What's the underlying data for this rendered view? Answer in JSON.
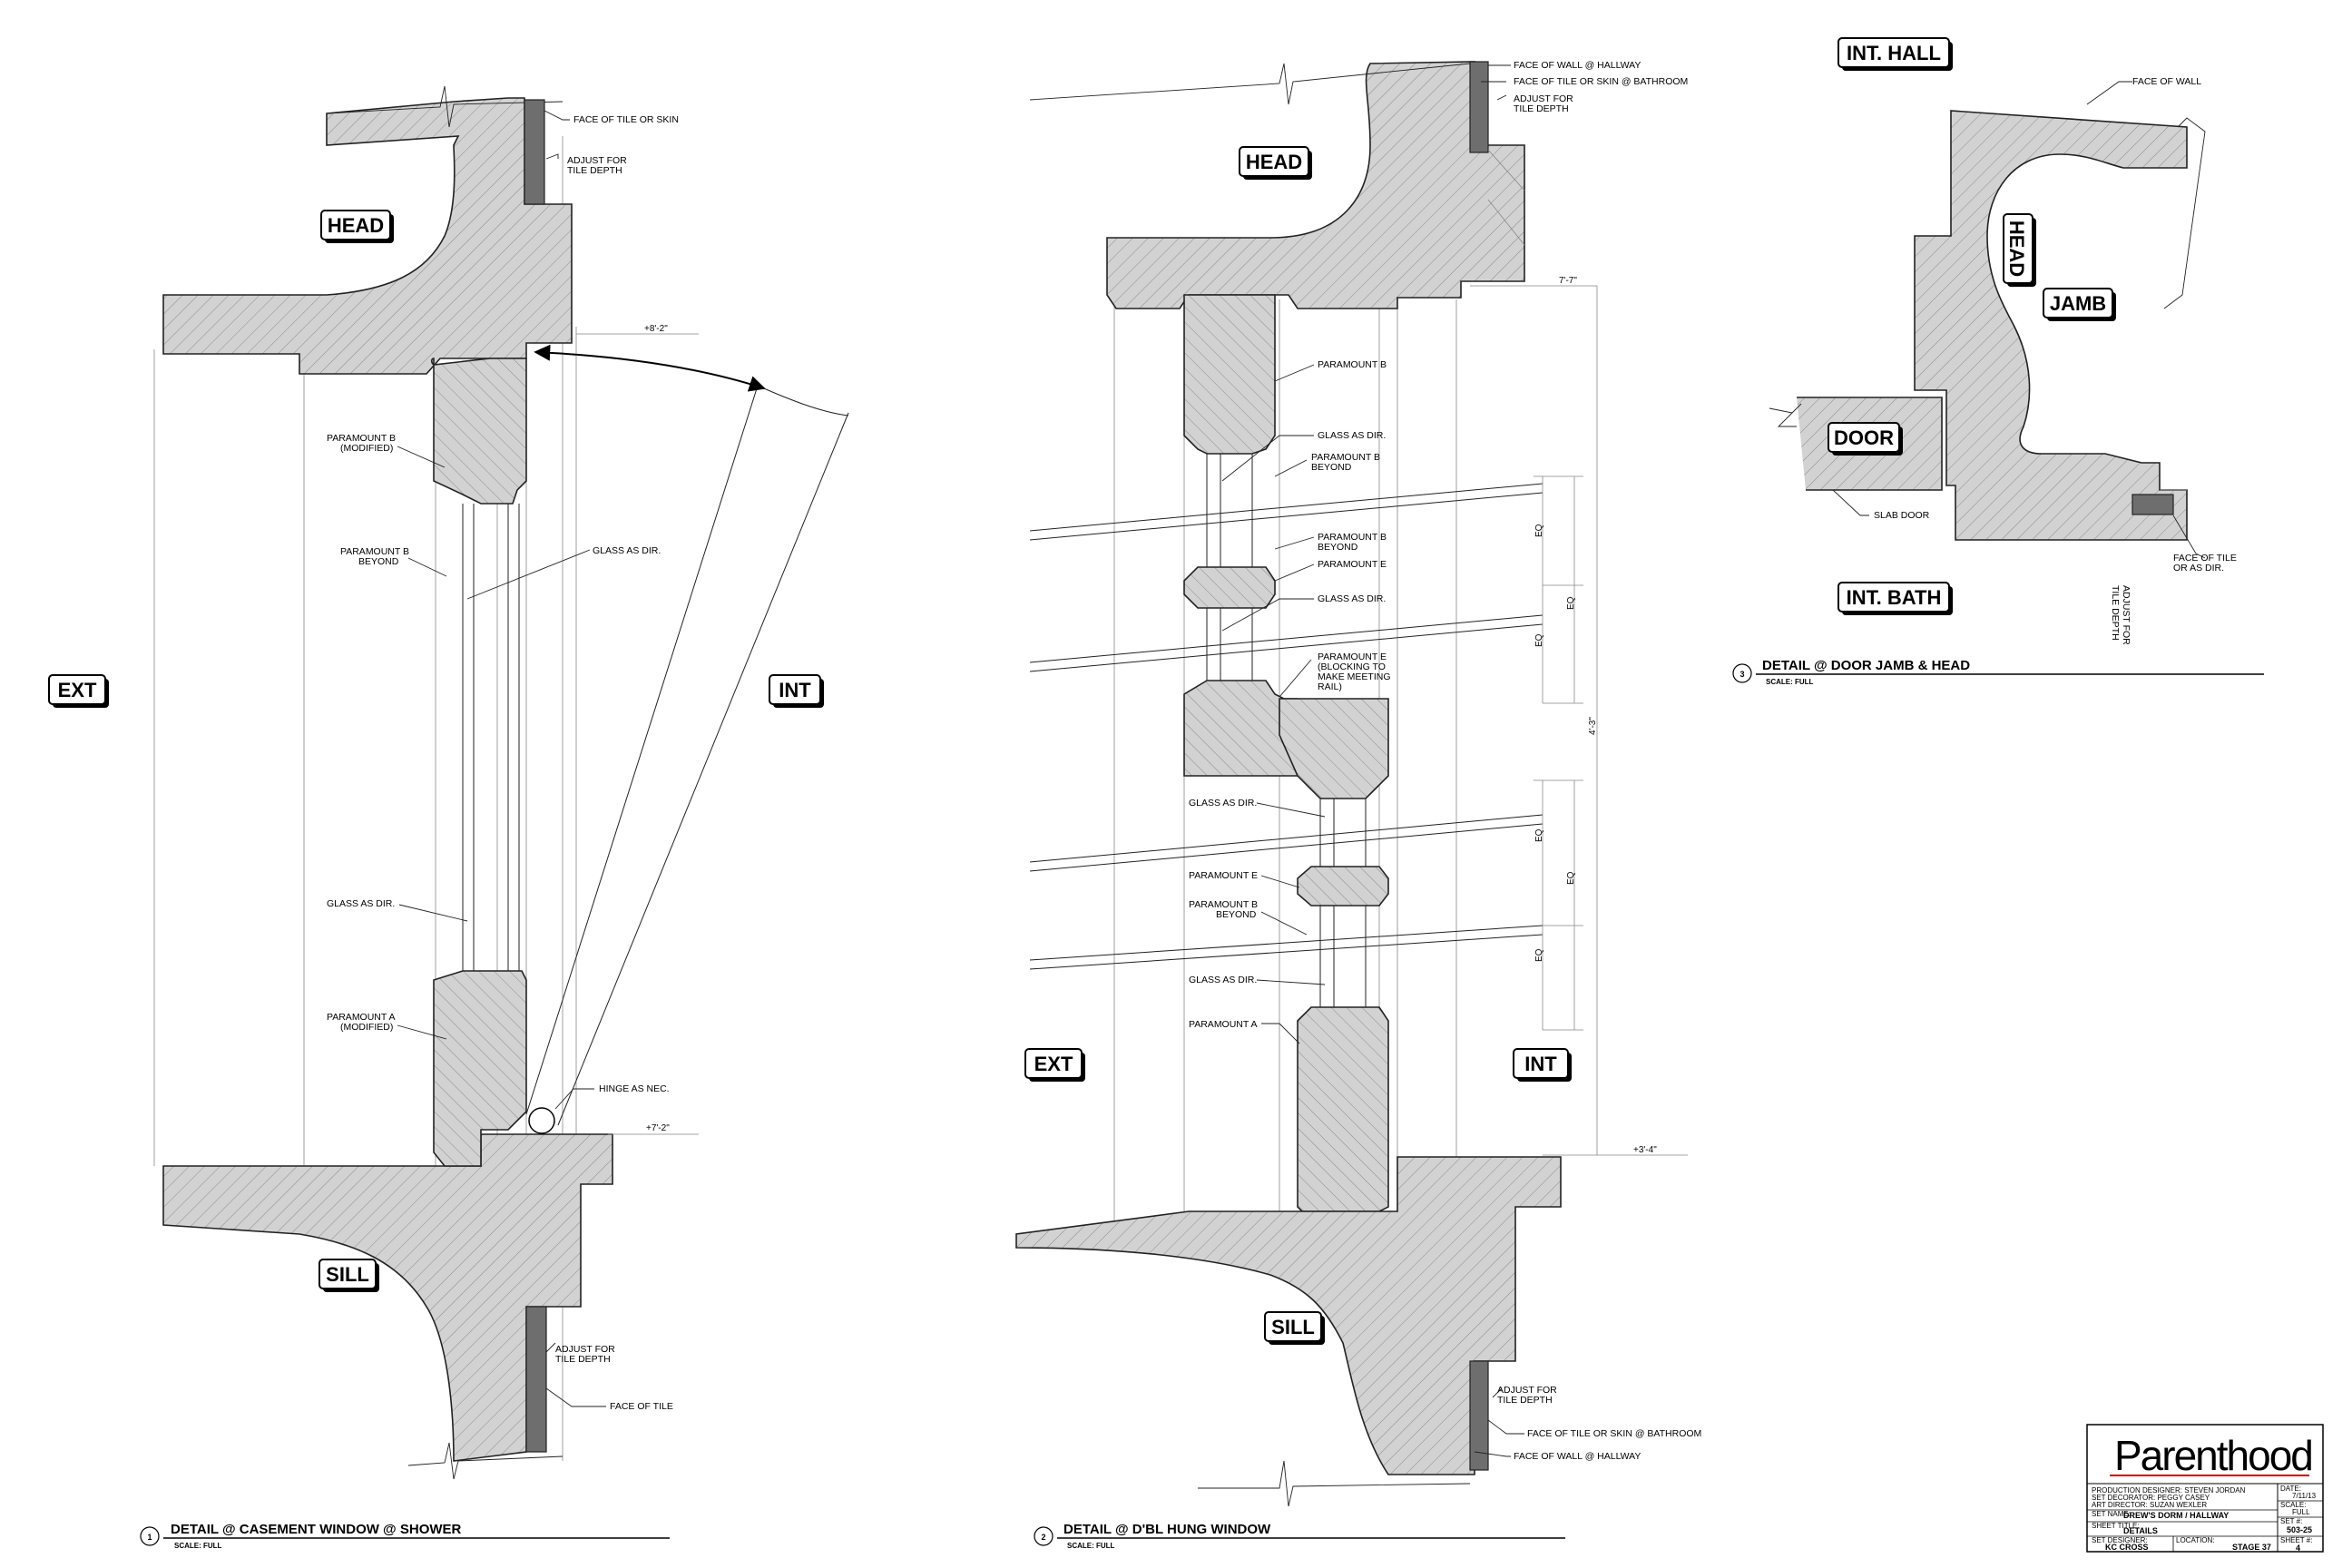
{
  "tags": {
    "d1_head": "HEAD",
    "d1_ext": "EXT",
    "d1_int": "INT",
    "d1_sill": "SILL",
    "d2_head": "HEAD",
    "d2_ext": "EXT",
    "d2_int": "INT",
    "d2_sill": "SILL",
    "d3_int_hall": "INT. HALL",
    "d3_head": "HEAD",
    "d3_jamb": "JAMB",
    "d3_door": "DOOR",
    "d3_int_bath": "INT. BATH"
  },
  "detail1": {
    "number": "1",
    "title": "DETAIL @ CASEMENT WINDOW @ SHOWER",
    "scale": "SCALE: FULL",
    "notes": {
      "face_of_tile_or_skin": "FACE OF TILE OR SKIN",
      "adjust_top_1": "ADJUST FOR",
      "adjust_top_2": "TILE DEPTH",
      "paramount_b_mod_1": "PARAMOUNT B",
      "paramount_b_mod_2": "(MODIFIED)",
      "paramount_b_beyond_1": "PARAMOUNT B",
      "paramount_b_beyond_2": "BEYOND",
      "glass_as_dir_1": "GLASS AS DIR.",
      "glass_as_dir_2": "GLASS AS DIR.",
      "paramount_a_mod_1": "PARAMOUNT A",
      "paramount_a_mod_2": "(MODIFIED)",
      "hinge": "HINGE AS NEC.",
      "adjust_bot_1": "ADJUST FOR",
      "adjust_bot_2": "TILE DEPTH",
      "face_of_tile": "FACE OF TILE"
    },
    "dims": {
      "top": "+8'-2\"",
      "bottom": "+7'-2\""
    }
  },
  "detail2": {
    "number": "2",
    "title": "DETAIL @ D'BL HUNG WINDOW",
    "scale": "SCALE: FULL",
    "notes": {
      "face_of_wall_hallway_top": "FACE OF WALL @ HALLWAY",
      "face_of_tile_bathroom_top": "FACE OF TILE OR SKIN @ BATHROOM",
      "adjust_top_1": "ADJUST FOR",
      "adjust_top_2": "TILE DEPTH",
      "paramount_b": "PARAMOUNT B",
      "glass_1": "GLASS AS DIR.",
      "pb_beyond_1a": "PARAMOUNT B",
      "pb_beyond_1b": "BEYOND",
      "pb_beyond_2a": "PARAMOUNT B",
      "pb_beyond_2b": "BEYOND",
      "paramount_e_1": "PARAMOUNT E",
      "glass_2": "GLASS AS DIR.",
      "pe_block_1": "PARAMOUNT E",
      "pe_block_2": "(BLOCKING TO",
      "pe_block_3": "MAKE MEETING",
      "pe_block_4": "RAIL)",
      "glass_3": "GLASS AS DIR.",
      "paramount_e_2": "PARAMOUNT E",
      "pb_beyond_3a": "PARAMOUNT B",
      "pb_beyond_3b": "BEYOND",
      "glass_4": "GLASS AS DIR.",
      "paramount_a": "PARAMOUNT A",
      "adjust_bot_1": "ADJUST FOR",
      "adjust_bot_2": "TILE DEPTH",
      "face_of_tile_bathroom_bot": "FACE OF TILE OR SKIN @ BATHROOM",
      "face_of_wall_hallway_bot": "FACE OF WALL @ HALLWAY"
    },
    "dims": {
      "top": "7'-7\"",
      "eq": "EQ",
      "mid": "4'-3\"",
      "bottom": "+3'-4\""
    }
  },
  "detail3": {
    "number": "3",
    "title": "DETAIL @ DOOR JAMB & HEAD",
    "scale": "SCALE: FULL",
    "notes": {
      "face_of_wall": "FACE OF WALL",
      "slab_door": "SLAB DOOR",
      "face_tile_1": "FACE OF TILE",
      "face_tile_2": "OR AS DIR.",
      "adjust_1": "ADJUST FOR",
      "adjust_2": "TILE DEPTH"
    }
  },
  "title_block": {
    "logo": "Parenthood",
    "credits": [
      "PRODUCTION DESIGNER: STEVEN JORDAN",
      "SET DECORATOR: PEGGY CASEY",
      "ART DIRECTOR: SUZAN WEXLER"
    ],
    "date_label": "DATE:",
    "date": "7/11/13",
    "scale_label": "SCALE:",
    "scale": "FULL",
    "set_name_label": "SET NAME:",
    "set_name": "DREW'S DORM / HALLWAY",
    "sheet_title_label": "SHEET TITLE:",
    "sheet_title": "DETAILS",
    "set_no_label": "SET #:",
    "set_no": "503-25",
    "designer_label": "SET DESIGNER:",
    "designer": "KC CROSS",
    "location_label": "LOCATION:",
    "location": "STAGE 37",
    "sheet_no_label": "SHEET #:",
    "sheet_no": "4"
  }
}
